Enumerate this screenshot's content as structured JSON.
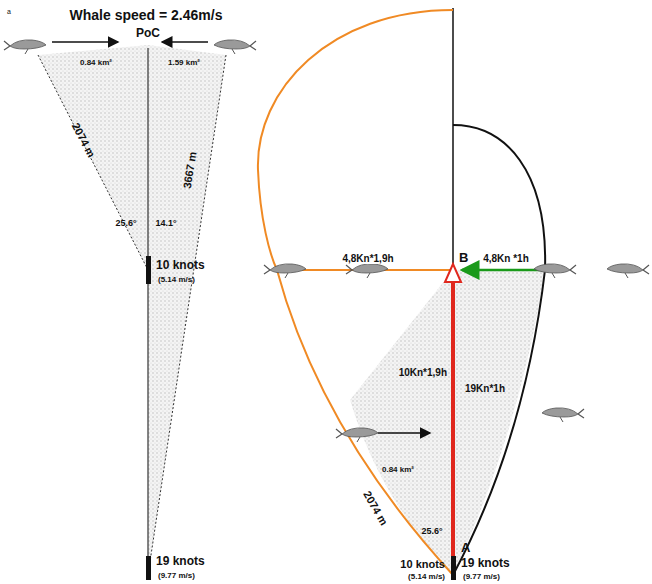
{
  "diagram": {
    "title": "Whale speed = 2.46m/s",
    "labels": [
      "a",
      "PoC",
      "0.84 km²",
      "1.59 km²",
      "2074 m",
      "3667 m",
      "25.6°",
      "14.1°",
      "10 knots",
      "(5.14 m/s)",
      "19 knots",
      "(9.77 m/s)",
      "4,8Kn*1,9h",
      "B",
      "4,8Kn *1h",
      "10Kn*1,9h",
      "19Kn*1h",
      "0.84 km²",
      "2074 m",
      "25.6°",
      "A",
      "10 knots",
      "(5.14 m/s)",
      "19 knots",
      "(9.77 m/s)"
    ]
  }
}
